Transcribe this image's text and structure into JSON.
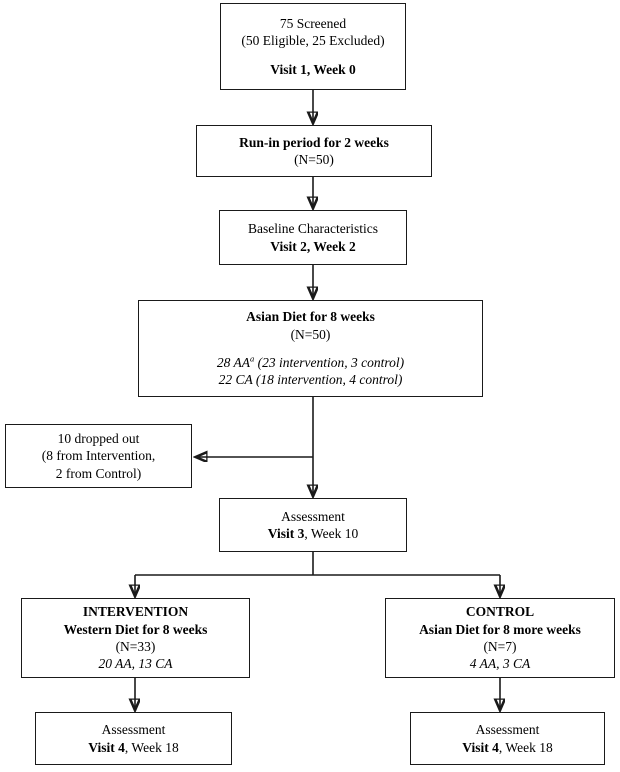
{
  "diagram": {
    "title": "Study flow diagram",
    "type": "flowchart",
    "stroke_color": "#1a1a1a",
    "background_color": "#ffffff",
    "footnote_marker": "a"
  },
  "nodes": {
    "screened": {
      "line1": "75 Screened",
      "line2": "(50 Eligible, 25 Excluded)",
      "line3": "Visit 1, Week 0"
    },
    "runin": {
      "line1": "Run-in period for 2 weeks",
      "line2": "(N=50)"
    },
    "baseline": {
      "line1": "Baseline Characteristics",
      "line2": "Visit 2, Week 2"
    },
    "asian_diet": {
      "line1": "Asian Diet for 8 weeks",
      "line2": "(N=50)",
      "line3_pre": "28 AA",
      "line3_post": " (23 intervention, 3 control)",
      "line4": "22 CA (18 intervention, 4 control)"
    },
    "dropped_out": {
      "line1": "10 dropped out",
      "line2": "(8 from Intervention,",
      "line3": "2 from Control)"
    },
    "assessment_v3": {
      "line1": "Assessment",
      "line2_bold": "Visit 3",
      "line2_rest": ", Week 10"
    },
    "intervention": {
      "line1": "INTERVENTION",
      "line2": "Western Diet for 8 weeks",
      "line3": "(N=33)",
      "line4": "20 AA, 13 CA"
    },
    "control": {
      "line1": "CONTROL",
      "line2": "Asian Diet for 8 more weeks",
      "line3": "(N=7)",
      "line4": "4 AA, 3 CA"
    },
    "assessment_v4_left": {
      "line1": "Assessment",
      "line2_bold": "Visit 4",
      "line2_rest": ", Week 18"
    },
    "assessment_v4_right": {
      "line1": "Assessment",
      "line2_bold": "Visit 4",
      "line2_rest": ", Week 18"
    }
  }
}
